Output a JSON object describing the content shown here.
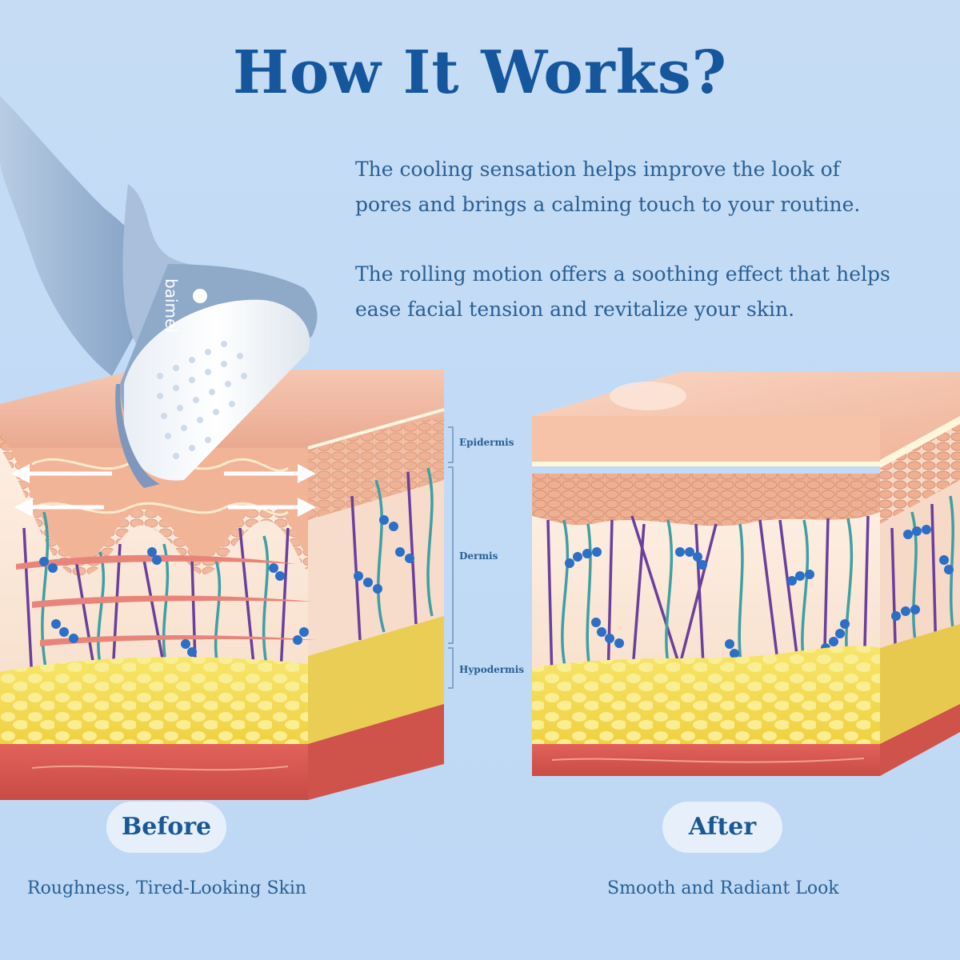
{
  "title": "How It Works?",
  "paragraphs": [
    {
      "line1": "The cooling sensation helps improve the look of",
      "line2": "pores and brings a calming touch to your routine."
    },
    {
      "line1": "The rolling motion offers a soothing effect that helps",
      "line2": "ease facial tension and revitalize your skin."
    }
  ],
  "layers": {
    "epidermis": "Epidermis",
    "dermis": "Dermis",
    "hypodermis": "Hypodermis"
  },
  "brand": "baimei",
  "before": {
    "label": "Before",
    "caption": "Roughness, Tired-Looking Skin"
  },
  "after": {
    "label": "After",
    "caption": "Smooth and Radiant Look"
  },
  "colors": {
    "background": "#c4dcf6",
    "title": "#15569c",
    "text": "#2a5f93",
    "pill": "#e7f0fa",
    "roller": "#9fb8d6",
    "epidermis": "#f0b9a0",
    "dermis": "#fbe6d6",
    "hypodermis": "#f3df5f",
    "muscle": "#d9574f",
    "fiber-purple": "#6b3f9c",
    "fiber-teal": "#3f9fa3",
    "collagen-dot": "#2c6fc6"
  },
  "icons": [
    "ice-roller-icon",
    "arrow-right-icon",
    "arrow-left-icon"
  ]
}
